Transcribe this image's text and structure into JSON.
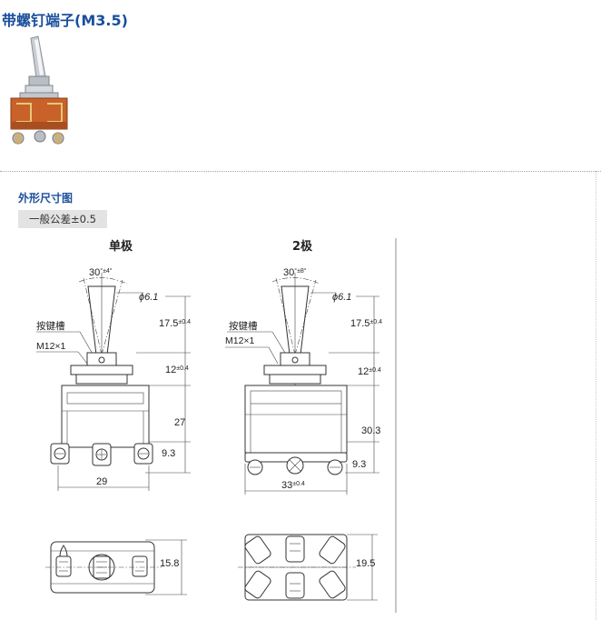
{
  "header": {
    "title": "带螺钉端子(M3.5)"
  },
  "product_image": {
    "alt": "toggle-switch-photo"
  },
  "section": {
    "title": "外形尺寸图",
    "tolerance": "一般公差±0.5"
  },
  "drawing": {
    "single": {
      "title": "单极",
      "angle": "30",
      "angle_tol": "±4°",
      "diameter": "ϕ6.1",
      "lever_len": "17.5",
      "lever_tol": "±0.4",
      "groove_label": "按键槽",
      "thread_label": "M12×1",
      "bushing_len": "12",
      "bushing_tol": "±0.4",
      "body_height": "27",
      "terminal_height": "9.3",
      "width": "29",
      "depth": "15.8"
    },
    "double": {
      "title": "2极",
      "angle": "30",
      "angle_tol": "±8°",
      "diameter": "ϕ6.1",
      "lever_len": "17.5",
      "lever_tol": "±0.4",
      "groove_label": "按键槽",
      "thread_label": "M12×1",
      "bushing_len": "12",
      "bushing_tol": "±0.4",
      "body_height": "30.3",
      "terminal_height": "9.3",
      "width": "33",
      "width_tol": "±0.4",
      "depth": "19.5"
    }
  }
}
